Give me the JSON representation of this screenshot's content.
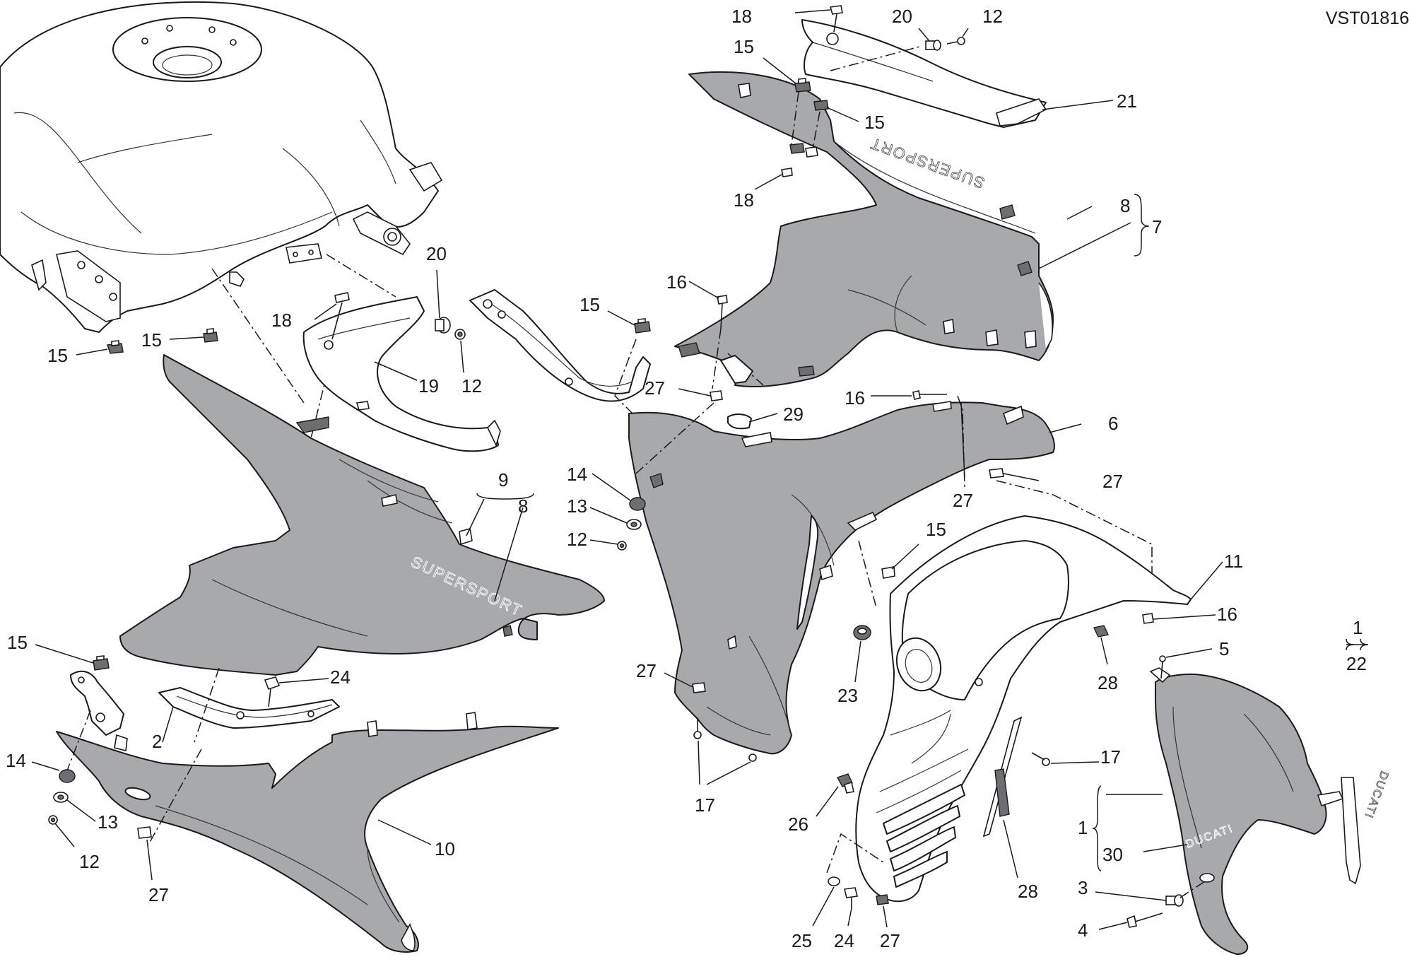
{
  "drawing_code": "VST01816",
  "decals": {
    "left_fairing": "SUPERSPORT",
    "right_fairing_decal": "SUPERSPORT",
    "mudguard_decal": "DUCATI",
    "kit_decal": "DUCATI"
  },
  "callouts": [
    {
      "id": "c18a",
      "text": "18"
    },
    {
      "id": "c20a",
      "text": "20"
    },
    {
      "id": "c12a",
      "text": "12"
    },
    {
      "id": "c15a",
      "text": "15"
    },
    {
      "id": "c15b",
      "text": "15"
    },
    {
      "id": "c21",
      "text": "21"
    },
    {
      "id": "c18b",
      "text": "18"
    },
    {
      "id": "c8a",
      "text": "8"
    },
    {
      "id": "c7",
      "text": "7"
    },
    {
      "id": "c20b",
      "text": "20"
    },
    {
      "id": "c18c",
      "text": "18"
    },
    {
      "id": "c19",
      "text": "19"
    },
    {
      "id": "c12b",
      "text": "12"
    },
    {
      "id": "c15c",
      "text": "15"
    },
    {
      "id": "c15d",
      "text": "15"
    },
    {
      "id": "c15e",
      "text": "15"
    },
    {
      "id": "c16a",
      "text": "16"
    },
    {
      "id": "c27a",
      "text": "27"
    },
    {
      "id": "c29",
      "text": "29"
    },
    {
      "id": "c16b",
      "text": "16"
    },
    {
      "id": "c6",
      "text": "6"
    },
    {
      "id": "c27b",
      "text": "27"
    },
    {
      "id": "c27c",
      "text": "27"
    },
    {
      "id": "c9",
      "text": "9"
    },
    {
      "id": "c8b",
      "text": "8"
    },
    {
      "id": "c14a",
      "text": "14"
    },
    {
      "id": "c13a",
      "text": "13"
    },
    {
      "id": "c12c",
      "text": "12"
    },
    {
      "id": "c15f",
      "text": "15"
    },
    {
      "id": "c11",
      "text": "11"
    },
    {
      "id": "c16c",
      "text": "16"
    },
    {
      "id": "c15g",
      "text": "15"
    },
    {
      "id": "c24a",
      "text": "24"
    },
    {
      "id": "c2",
      "text": "2"
    },
    {
      "id": "c27d",
      "text": "27"
    },
    {
      "id": "c23",
      "text": "23"
    },
    {
      "id": "c28a",
      "text": "28"
    },
    {
      "id": "c5",
      "text": "5"
    },
    {
      "id": "c1a",
      "text": "1"
    },
    {
      "id": "c22",
      "text": "22"
    },
    {
      "id": "c14b",
      "text": "14"
    },
    {
      "id": "c13b",
      "text": "13"
    },
    {
      "id": "c12d",
      "text": "12"
    },
    {
      "id": "c10",
      "text": "10"
    },
    {
      "id": "c27e",
      "text": "27"
    },
    {
      "id": "c17a",
      "text": "17"
    },
    {
      "id": "c17b",
      "text": "17"
    },
    {
      "id": "c26",
      "text": "26"
    },
    {
      "id": "c28b",
      "text": "28"
    },
    {
      "id": "c1b",
      "text": "1"
    },
    {
      "id": "c30",
      "text": "30"
    },
    {
      "id": "c3",
      "text": "3"
    },
    {
      "id": "c4",
      "text": "4"
    },
    {
      "id": "c25",
      "text": "25"
    },
    {
      "id": "c24b",
      "text": "24"
    },
    {
      "id": "c27f",
      "text": "27"
    }
  ]
}
